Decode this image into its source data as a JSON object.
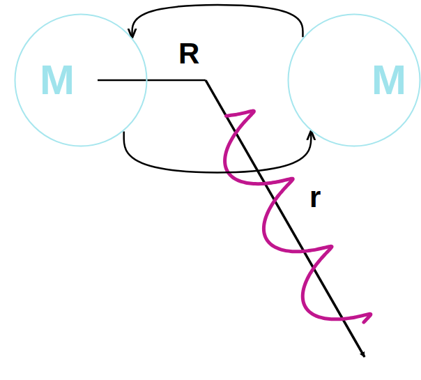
{
  "diagram": {
    "nodes": [
      {
        "text": [
          "M"
        ]
      },
      {
        "text": [
          "M"
        ]
      }
    ],
    "edges": [
      {
        "from": 1,
        "to": 0,
        "arrow": "to"
      },
      {
        "from": 0,
        "to": 1,
        "arrow": "to"
      }
    ],
    "labels": [
      "R",
      "r"
    ]
  }
}
